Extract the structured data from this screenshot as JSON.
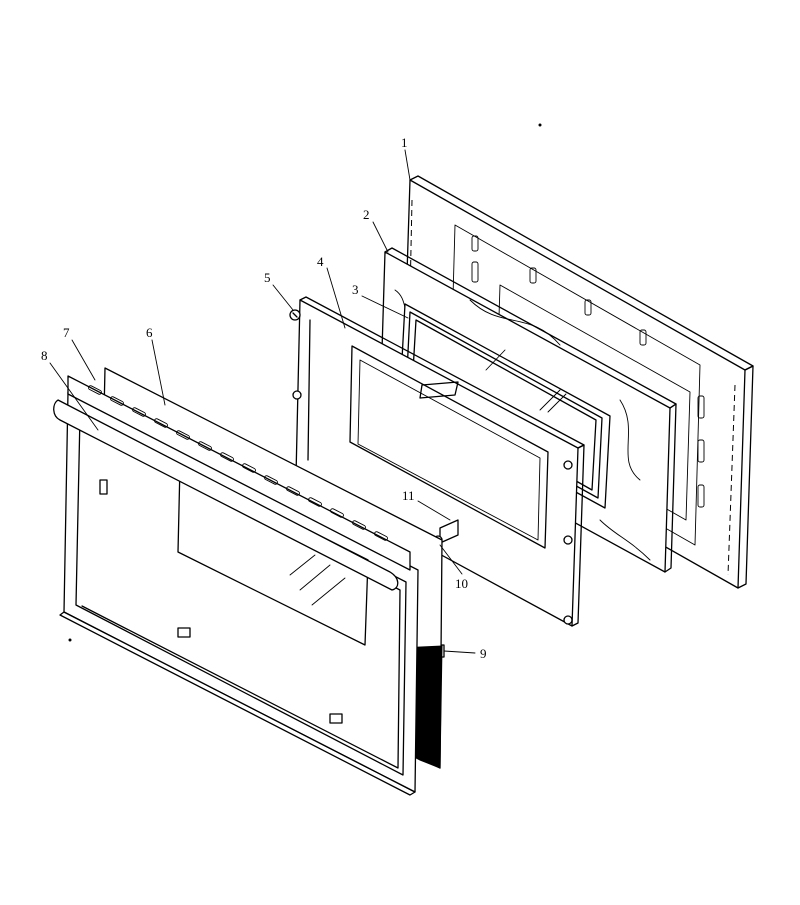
{
  "diagram": {
    "callouts": [
      "1",
      "2",
      "3",
      "4",
      "5",
      "6",
      "7",
      "8",
      "9",
      "10",
      "11"
    ]
  },
  "colors": {
    "ink": "#000000",
    "paper": "#ffffff"
  }
}
